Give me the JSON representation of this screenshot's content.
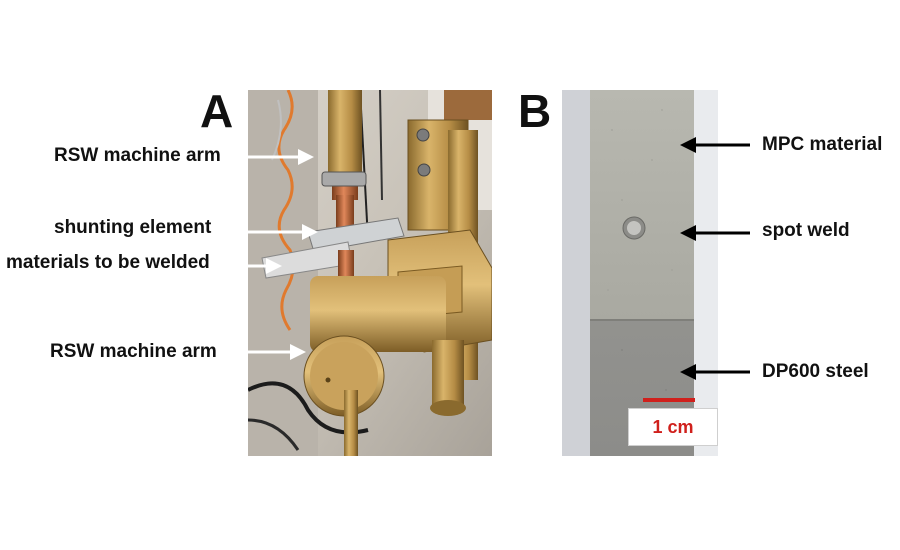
{
  "panels": {
    "a": {
      "letter": "A",
      "labels": [
        "RSW machine arm",
        "shunting element",
        "materials to be welded",
        "RSW machine arm"
      ]
    },
    "b": {
      "letter": "B",
      "labels": [
        "MPC material",
        "spot weld",
        "DP600 steel"
      ],
      "scale_bar_label": "1 cm"
    }
  },
  "colors": {
    "scale_bar": "#d0201c",
    "arrow_white": "#ffffff",
    "arrow_black": "#000000"
  }
}
